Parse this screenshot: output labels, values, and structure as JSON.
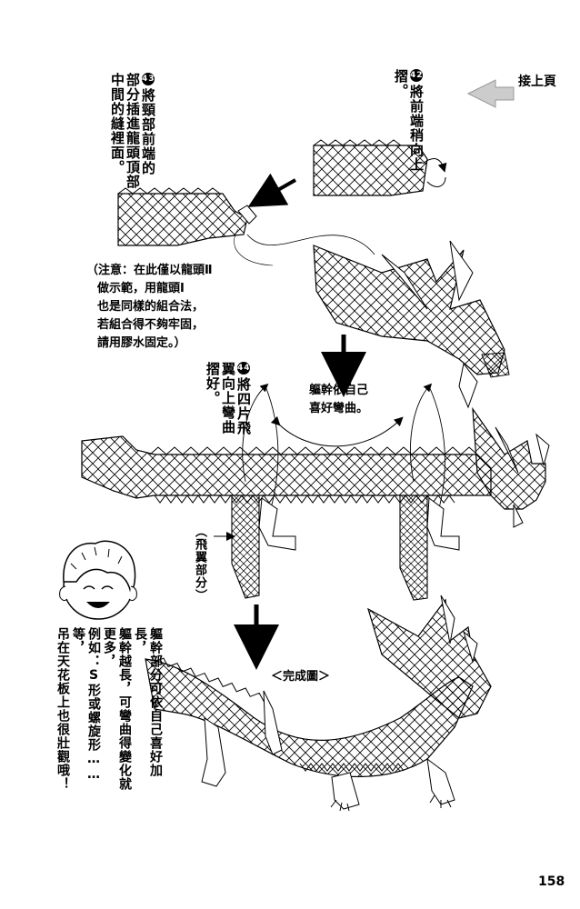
{
  "header": {
    "continue_label": "接上頁"
  },
  "steps": [
    {
      "number": "42",
      "text": "將前端稍向上摺。"
    },
    {
      "number": "43",
      "text": "將頸部前端的部分插進龍頭頂部中間的縫裡面。"
    },
    {
      "number": "44",
      "text": "將四片飛翼向上彎曲摺好。"
    }
  ],
  "note": {
    "lines": [
      "（注意：在此僅以龍頭Ⅱ",
      "做示範，用龍頭Ⅰ",
      "也是同樣的組合法，",
      "若組合得不夠牢固，",
      "請用膠水固定。）"
    ]
  },
  "labels": {
    "body_bend": [
      "軀幹依自己",
      "喜好彎曲。"
    ],
    "wing_part": "（飛翼部分）",
    "finished": "＜完成圖＞"
  },
  "character_tip": {
    "columns": [
      "軀幹部分可依自己喜好加長，",
      "軀幹越長，可彎曲得變化就更多，",
      "例如：S形或螺旋形……等，",
      "吊在天花板上也很壯觀哦！"
    ]
  },
  "page_number": "158"
}
